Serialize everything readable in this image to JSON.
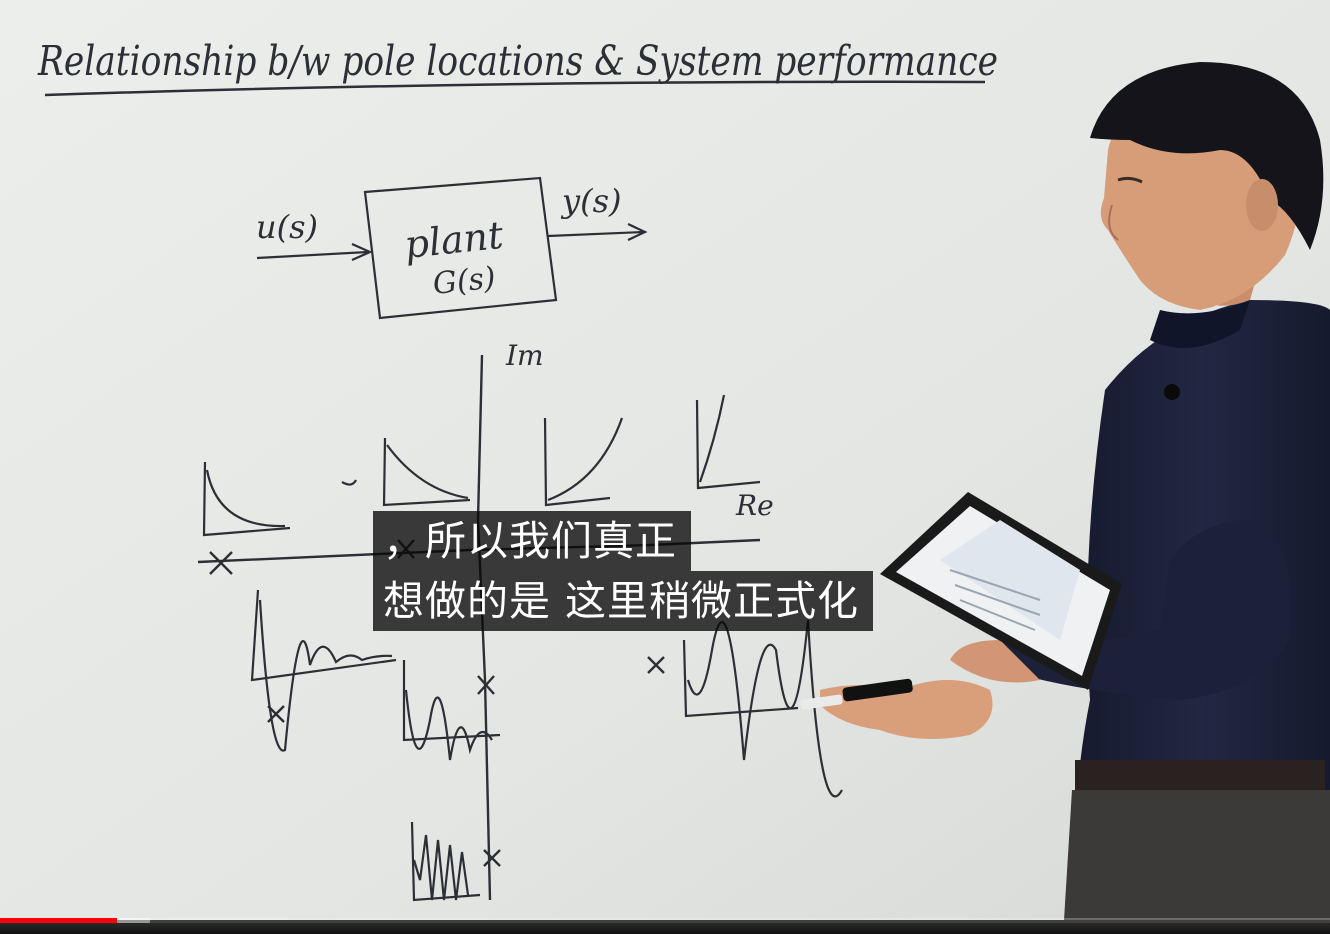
{
  "video": {
    "caption_lines": [
      "，所以我们真正",
      "想做的是 这里稍微正式化"
    ],
    "progress_fraction": 0.088,
    "loaded_fraction": 0.113
  },
  "whiteboard": {
    "title": "Relationship b/w pole locations & System performance",
    "block_diagram": {
      "input": "u(s)",
      "block_line1": "plant",
      "block_line2": "G(s)",
      "output": "y(s)"
    },
    "axis_imag": "Im",
    "axis_real": "Re"
  },
  "colors": {
    "whiteboard": "#e6e8e6",
    "marker": "#2d2f36",
    "caption_bg": "#0b0b0b",
    "progress_played": "#ff0000",
    "shirt": "#1c2038"
  },
  "icons": {
    "pole": "x-mark",
    "marker_pen": "marker-icon",
    "tablet": "tablet-icon"
  }
}
